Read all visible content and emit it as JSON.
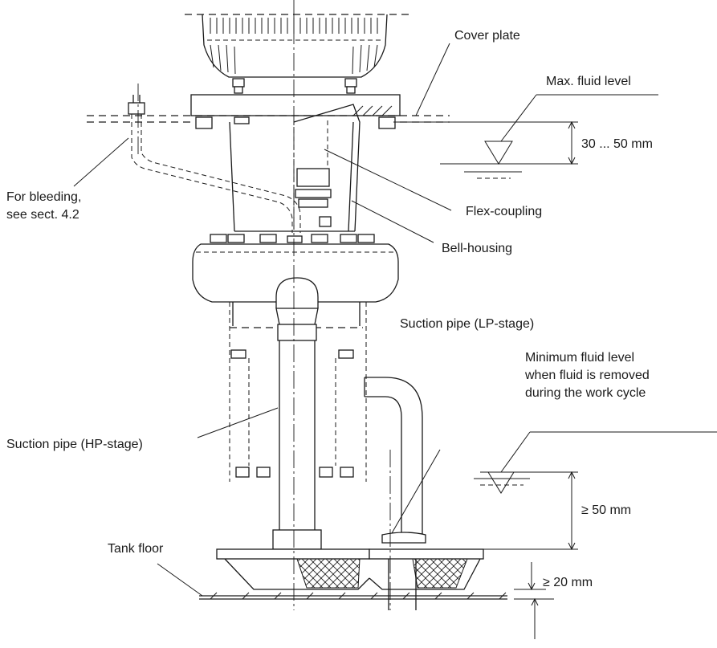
{
  "labels": {
    "cover_plate": "Cover plate",
    "max_fluid_level": "Max. fluid level",
    "level_gap": "30 ... 50 mm",
    "bleeding_line1": "For bleeding,",
    "bleeding_line2": "see sect. 4.2",
    "flex_coupling": "Flex-coupling",
    "bell_housing": "Bell-housing",
    "suction_lp": "Suction pipe (LP-stage)",
    "min_level_line1": "Minimum   fluid   level",
    "min_level_line2": "when fluid is removed",
    "min_level_line3": "during the work cycle",
    "suction_hp": "Suction pipe (HP-stage)",
    "min_gap": "≥ 50 mm",
    "tank_floor": "Tank floor",
    "floor_gap": "≥ 20 mm"
  },
  "icons": [
    "fluid-level-triangle-icon",
    "fluid-level-triangle-icon",
    "dimension-arrow-icon"
  ],
  "colors": {
    "line": "#1a1a1a",
    "background": "#ffffff"
  }
}
